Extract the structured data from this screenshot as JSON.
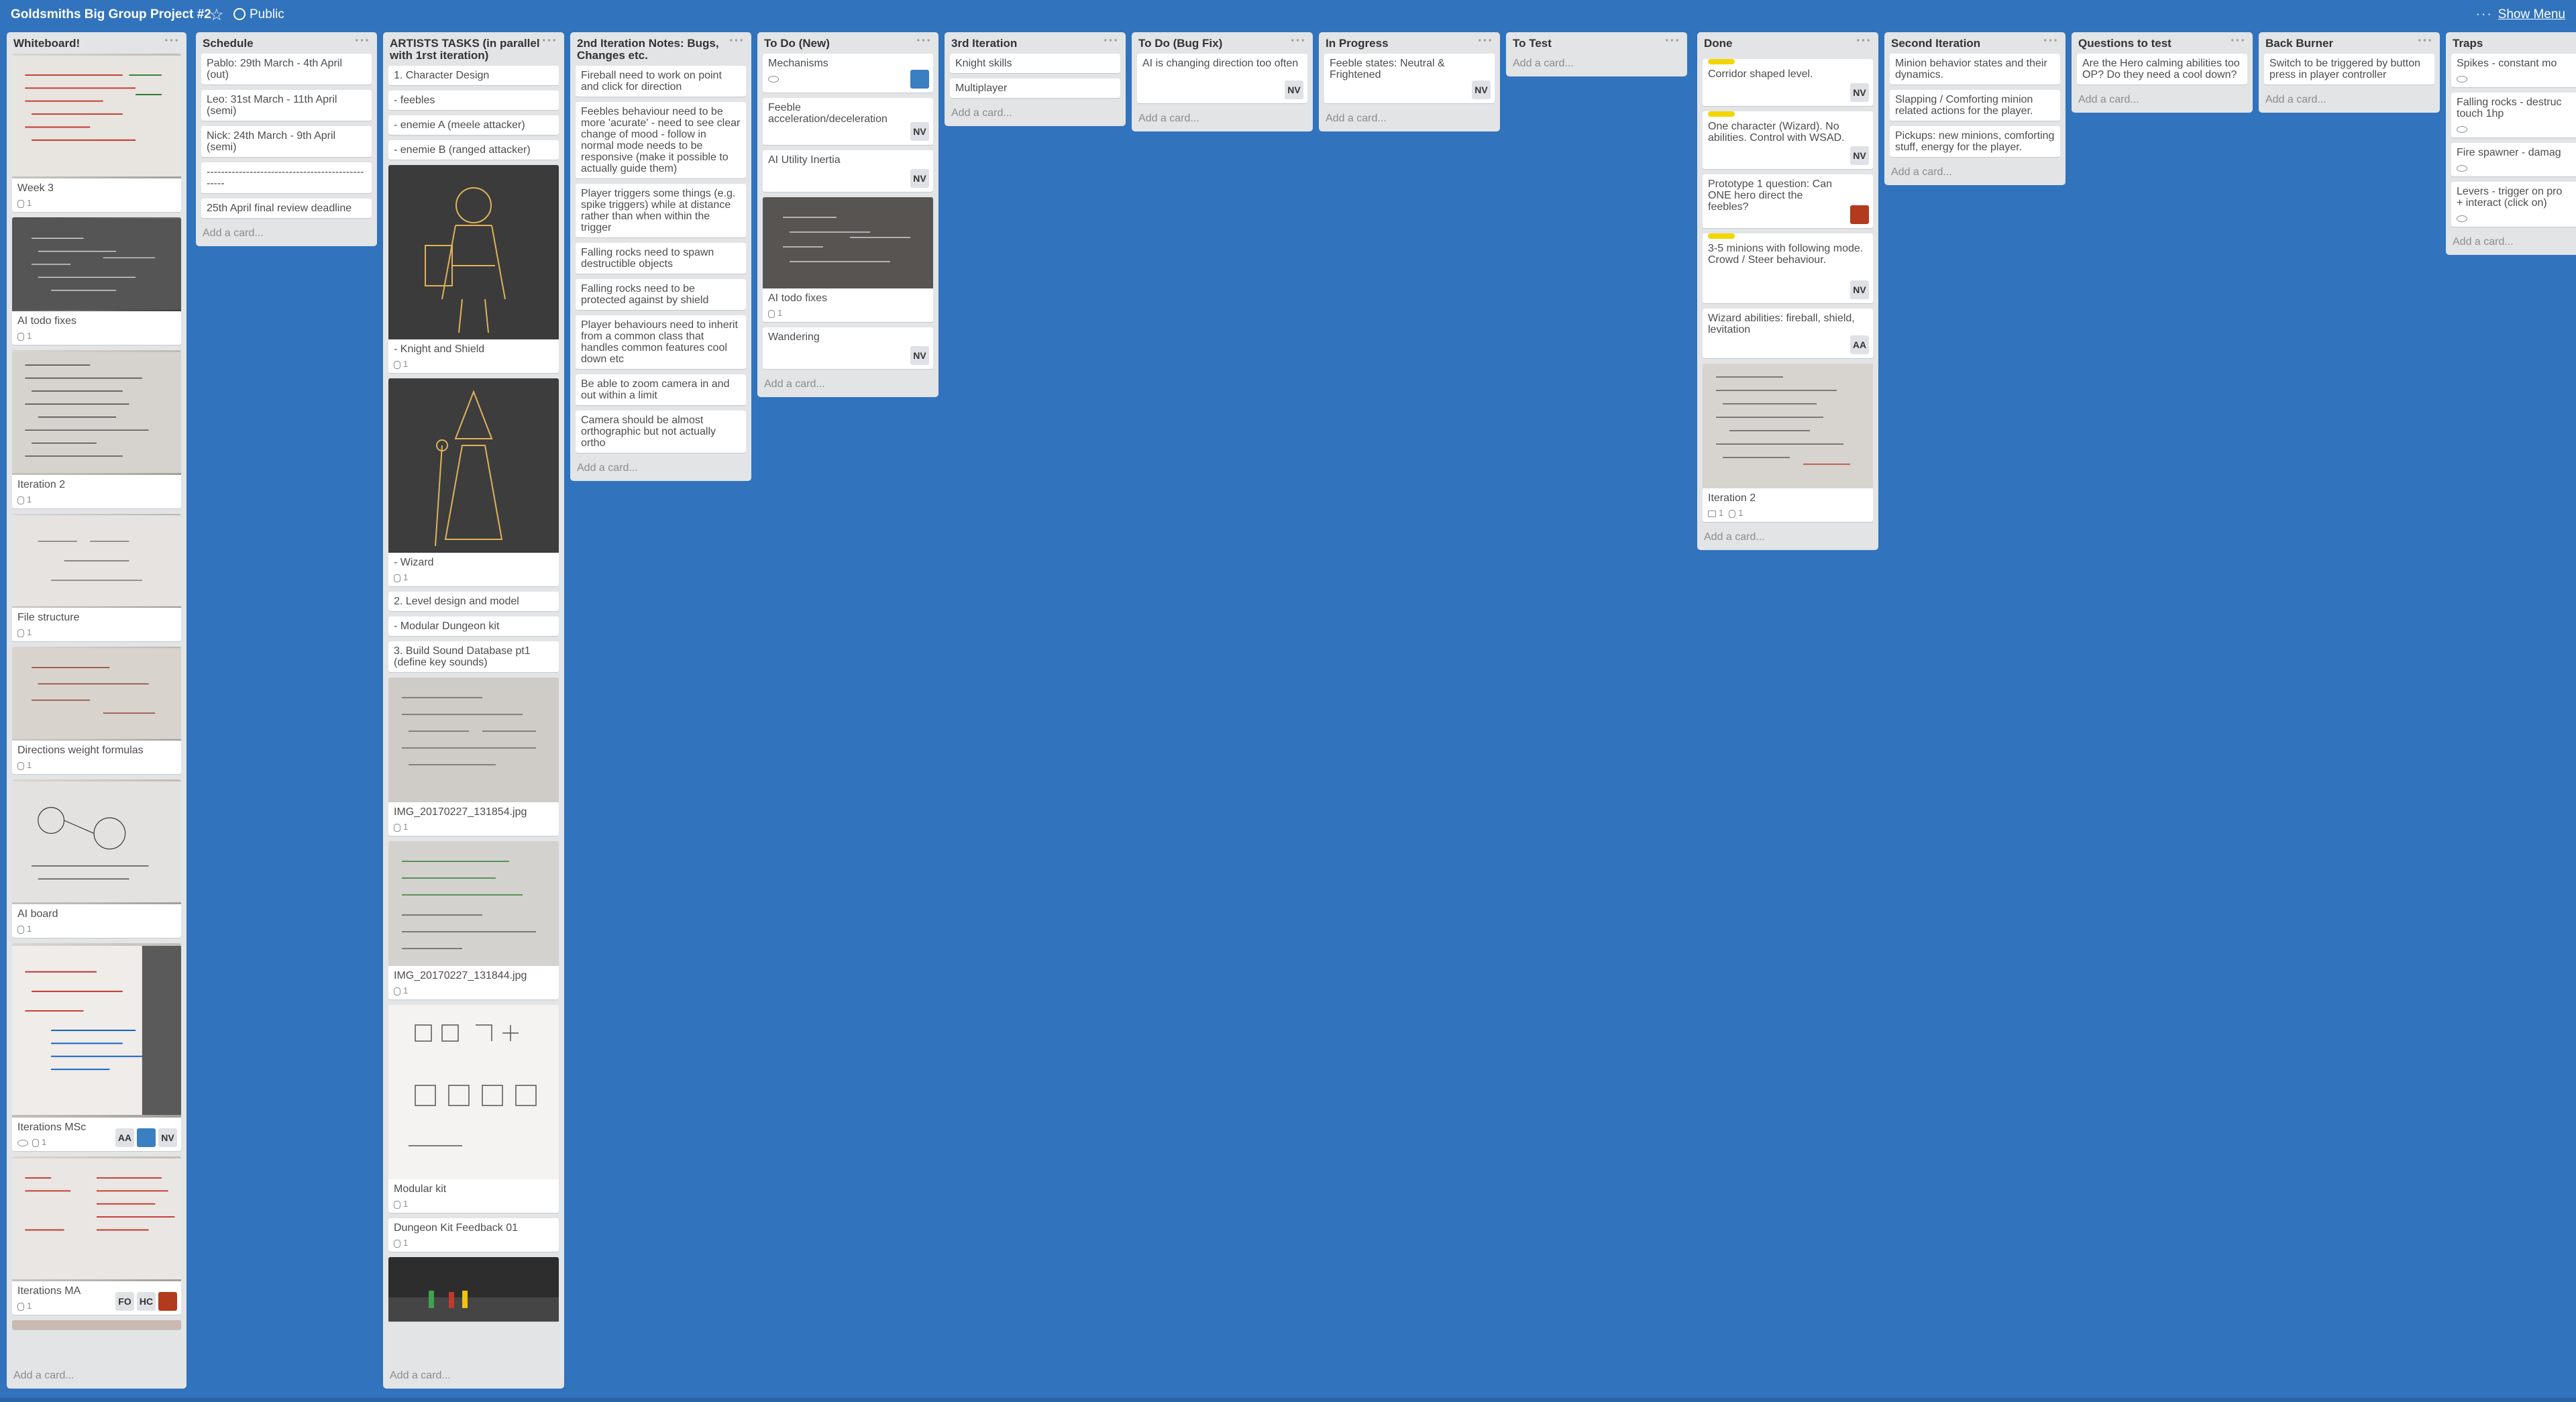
{
  "board": {
    "title": "Goldsmiths Big Group Project #2",
    "visibility": "Public",
    "show_menu": "Show Menu",
    "add_card": "Add a card..."
  },
  "lists": [
    {
      "title": "Whiteboard!",
      "cards": [
        {
          "title": "Week 3",
          "attachments": "1"
        },
        {
          "title": "AI todo fixes",
          "attachments": "1"
        },
        {
          "title": "Iteration 2",
          "attachments": "1"
        },
        {
          "title": "File structure",
          "attachments": "1"
        },
        {
          "title": "Directions weight formulas",
          "attachments": "1"
        },
        {
          "title": "AI board",
          "attachments": "1"
        },
        {
          "title": "Iterations MSc",
          "attachments": "1",
          "members": [
            "AA",
            "NV"
          ]
        },
        {
          "title": "Iterations MA",
          "attachments": "1",
          "members": [
            "FO",
            "HC"
          ]
        }
      ]
    },
    {
      "title": "Schedule",
      "cards": [
        {
          "title": "Pablo: 29th March - 4th April (out)"
        },
        {
          "title": "Leo: 31st March - 11th April (semi)"
        },
        {
          "title": "Nick: 24th March - 9th April (semi)"
        },
        {
          "title": "-------------------------------------------------"
        },
        {
          "title": "25th April final review deadline"
        }
      ]
    },
    {
      "title": "ARTISTS TASKS (in parallel with 1rst iteration)",
      "cards": [
        {
          "title": "1. Character Design"
        },
        {
          "title": "- feebles"
        },
        {
          "title": "- enemie A (meele attacker)"
        },
        {
          "title": "- enemie B (ranged attacker)"
        },
        {
          "title": "- Knight and Shield",
          "attachments": "1"
        },
        {
          "title": "- Wizard",
          "attachments": "1"
        },
        {
          "title": "2. Level design and model"
        },
        {
          "title": "- Modular Dungeon kit"
        },
        {
          "title": "3. Build Sound Database pt1 (define key sounds)"
        },
        {
          "title": "IMG_20170227_131854.jpg",
          "attachments": "1"
        },
        {
          "title": "IMG_20170227_131844.jpg",
          "attachments": "1"
        },
        {
          "title": "Modular kit",
          "attachments": "1"
        },
        {
          "title": "Dungeon Kit Feedback 01",
          "attachments": "1"
        }
      ]
    },
    {
      "title": "2nd Iteration Notes: Bugs, Changes etc.",
      "cards": [
        {
          "title": "Fireball need to work on point and click for direction"
        },
        {
          "title": "Feebles behaviour need to be more 'acurate' - need to see clear change of mood - follow in normal mode needs to be responsive (make it possible to actually guide them)"
        },
        {
          "title": "Player triggers some things (e.g. spike triggers) while at distance rather than when within the trigger"
        },
        {
          "title": "Falling rocks need to spawn destructible objects"
        },
        {
          "title": "Falling rocks need to be protected against by shield"
        },
        {
          "title": "Player behaviours need to inherit from a common class that handles common features cool down etc"
        },
        {
          "title": "Be able to zoom camera in and out within a limit"
        },
        {
          "title": "Camera should be almost orthographic but not actually ortho"
        }
      ]
    },
    {
      "title": "To Do (New)",
      "cards": [
        {
          "title": "Mechanisms"
        },
        {
          "title": "Feeble acceleration/deceleration",
          "members": [
            "NV"
          ]
        },
        {
          "title": "AI Utility Inertia",
          "members": [
            "NV"
          ]
        },
        {
          "title": "AI todo fixes",
          "attachments": "1"
        },
        {
          "title": "Wandering",
          "members": [
            "NV"
          ]
        }
      ]
    },
    {
      "title": "3rd Iteration",
      "cards": [
        {
          "title": "Knight skills"
        },
        {
          "title": "Multiplayer"
        }
      ]
    },
    {
      "title": "To Do (Bug Fix)",
      "cards": [
        {
          "title": "AI is changing direction too often",
          "members": [
            "NV"
          ]
        }
      ]
    },
    {
      "title": "In Progress",
      "cards": [
        {
          "title": "Feeble states: Neutral & Frightened",
          "members": [
            "NV"
          ]
        }
      ]
    },
    {
      "title": "To Test",
      "cards": []
    },
    {
      "title": "Done",
      "cards": [
        {
          "title": "Corridor shaped level.",
          "members": [
            "NV"
          ]
        },
        {
          "title": "One character (Wizard). No abilities. Control with WSAD.",
          "members": [
            "NV"
          ]
        },
        {
          "title": "Prototype 1 question: Can ONE hero direct the feebles?"
        },
        {
          "title": "3-5 minions with following mode. Crowd / Steer behaviour.",
          "members": [
            "NV"
          ]
        },
        {
          "title": "Wizard abilities: fireball, shield, levitation",
          "members": [
            "AA"
          ]
        },
        {
          "title": "Iteration 2",
          "comments": "1",
          "attachments": "1"
        }
      ]
    },
    {
      "title": "Second Iteration",
      "cards": [
        {
          "title": "Minion behavior states and their dynamics."
        },
        {
          "title": "Slapping / Comforting minion related actions for the player."
        },
        {
          "title": "Pickups: new minions, comforting stuff, energy for the player."
        }
      ]
    },
    {
      "title": "Questions to test",
      "cards": [
        {
          "title": "Are the Hero calming abilities too OP? Do they need a cool down?"
        }
      ]
    },
    {
      "title": "Back Burner",
      "cards": [
        {
          "title": "Switch to be triggered by button press in player controller"
        }
      ]
    },
    {
      "title": "Traps",
      "cards": [
        {
          "title": "Spikes - constant mo"
        },
        {
          "title": "Falling rocks - destruc touch 1hp"
        },
        {
          "title": "Fire spawner - damag"
        },
        {
          "title": "Levers - trigger on pro + interact (click on)"
        }
      ]
    }
  ]
}
